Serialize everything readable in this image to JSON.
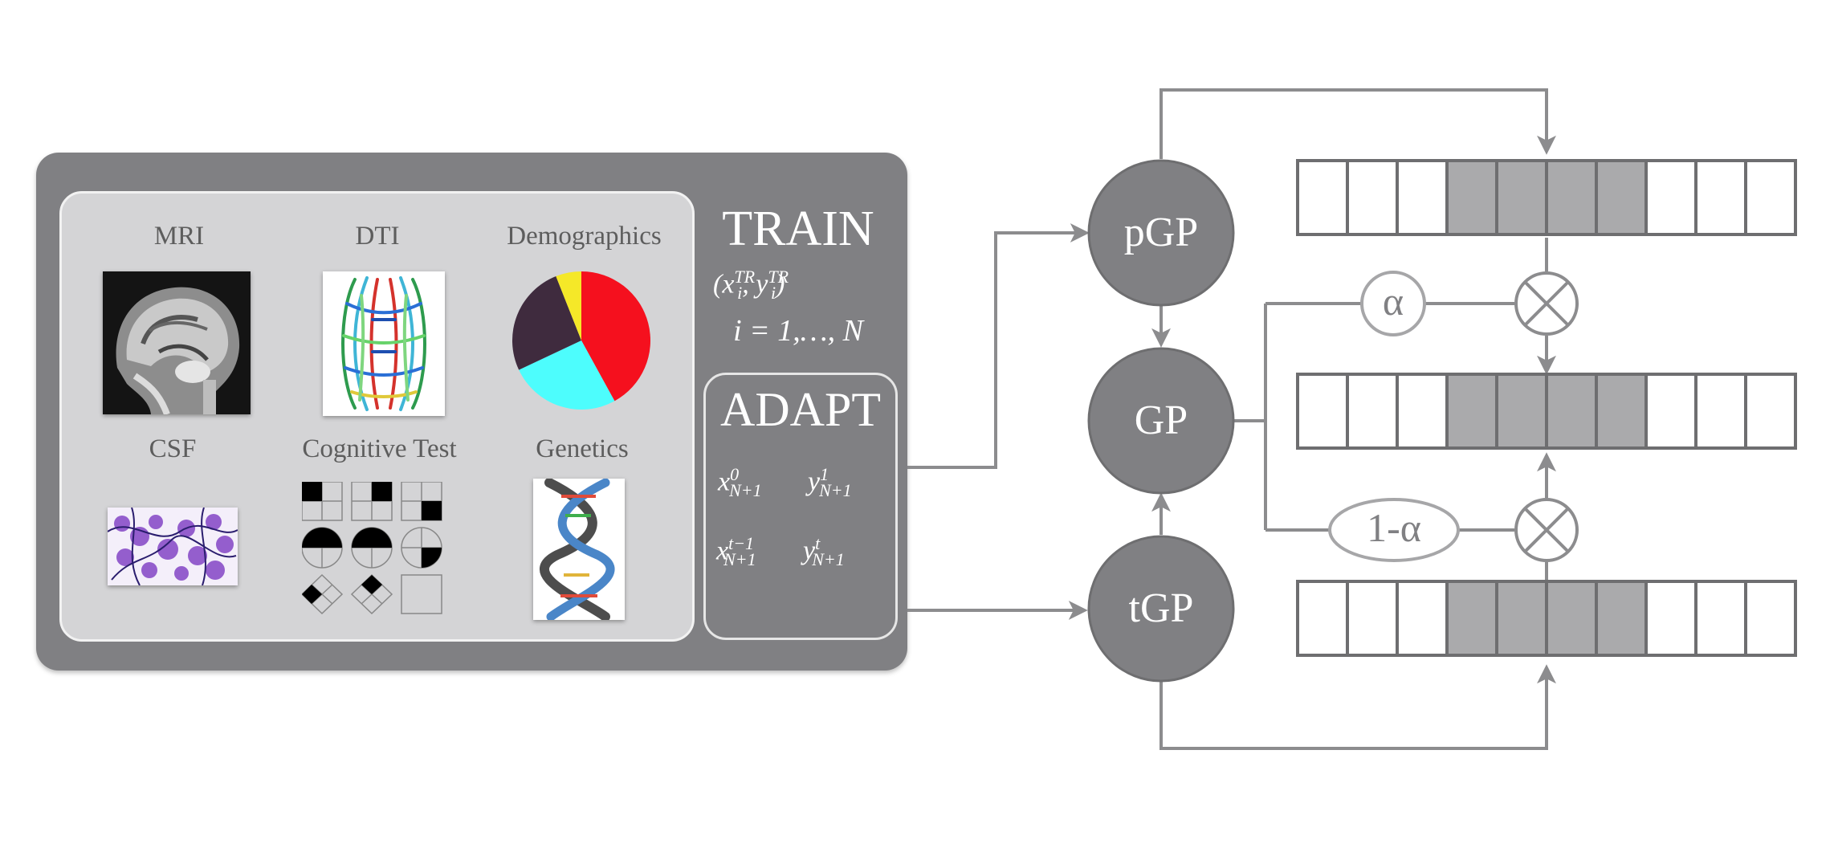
{
  "modalities": {
    "mri": "MRI",
    "dti": "DTI",
    "demographics": "Demographics",
    "csf": "CSF",
    "cognitive_test": "Cognitive Test",
    "genetics": "Genetics"
  },
  "train": {
    "title": "TRAIN",
    "pair_x": "x",
    "pair_x_sup": "TR",
    "pair_x_sub": "i",
    "pair_y": "y",
    "pair_y_sup": "TR",
    "pair_y_sub": "i",
    "range": "i = 1,…, N"
  },
  "adapt": {
    "title": "ADAPT",
    "x": "x",
    "y": "y",
    "sub": "N+1",
    "x1_sup": "0",
    "y1_sup": "1",
    "x2_sup": "t−1",
    "y2_sup": "t"
  },
  "nodes": {
    "pgp": "pGP",
    "gp": "GP",
    "tgp": "tGP"
  },
  "weights": {
    "alpha": "α",
    "one_minus_alpha": "1-α"
  },
  "colors": {
    "panel": "#808083",
    "inner_panel": "#d4d4d6",
    "node": "#808083",
    "arrow": "#8c8c8e",
    "cell_shaded": "#aaaaac",
    "cell_border": "#6e6e70",
    "pie_red": "#f5101e",
    "pie_cyan": "#4dfdfd",
    "pie_dark": "#3f2b3e",
    "pie_yellow": "#f5e828"
  },
  "chart_data": {
    "type": "pie",
    "categories": [
      "red",
      "cyan",
      "dark",
      "yellow"
    ],
    "values": [
      42,
      26,
      26,
      6
    ]
  }
}
